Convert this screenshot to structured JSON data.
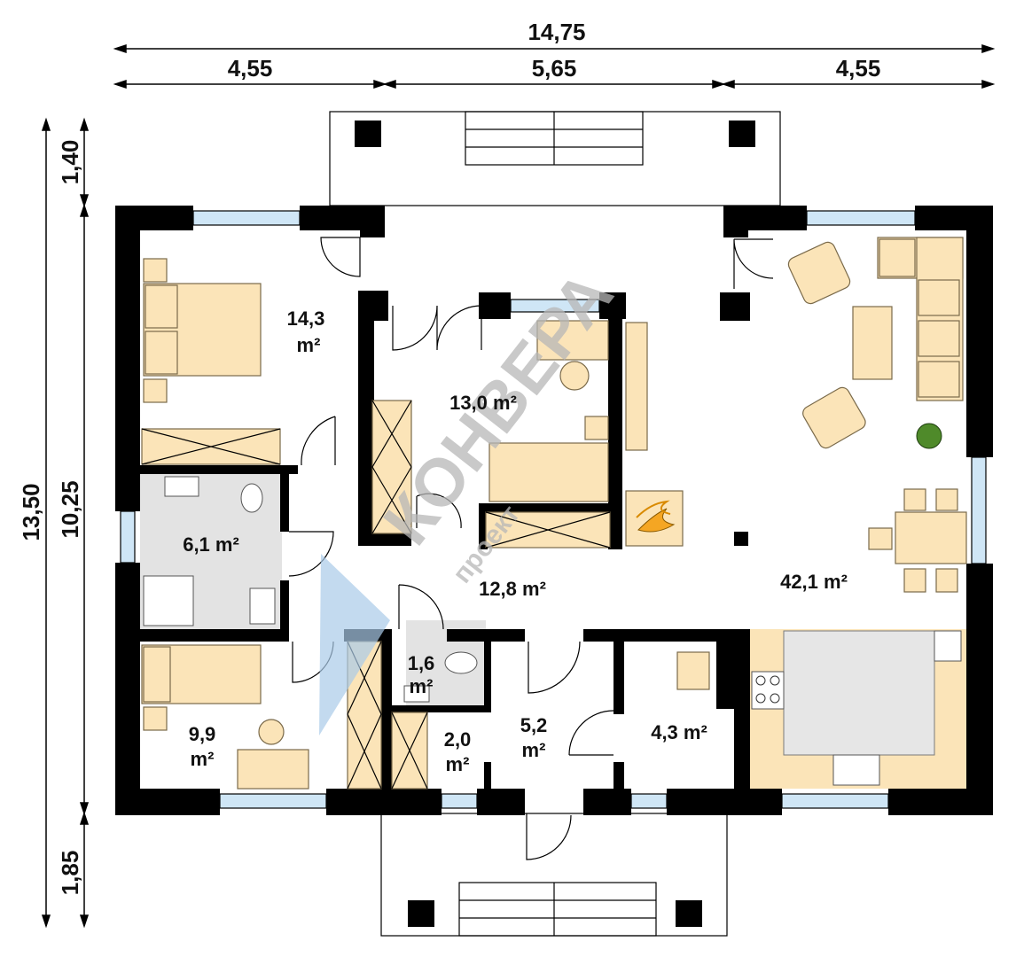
{
  "dimensions": {
    "top_total": "14,75",
    "top_left": "4,55",
    "top_middle": "5,65",
    "top_right": "4,55",
    "left_total": "13,50",
    "left_top": "1,40",
    "left_middle": "10,25",
    "left_bottom": "1,85"
  },
  "rooms": {
    "bedroom_main": [
      "14,3",
      "m²"
    ],
    "bedroom_small": [
      "9,9",
      "m²"
    ],
    "bathroom": "6,1 m²",
    "study": "13,0 m²",
    "hall": "12,8 m²",
    "living": "42,1 m²",
    "wc": [
      "1,6",
      "m²"
    ],
    "closet": [
      "2,0",
      "m²"
    ],
    "vestibule": [
      "5,2",
      "m²"
    ],
    "boiler": "4,3 m²"
  },
  "watermark": {
    "brand": "КОНВЕРА",
    "sub": "проект"
  },
  "colors": {
    "wall": "#000000",
    "furniture": "#fbe4b8",
    "wet_zone": "#e3e3e3",
    "window_glass": "#cfe6f6",
    "watermark": "#b7b7b7"
  }
}
